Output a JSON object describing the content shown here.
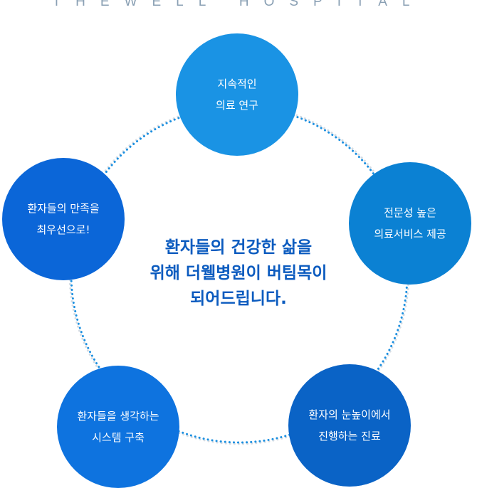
{
  "brand": "THEWELL HOSPITAL",
  "center_message": {
    "line1": "환자들의 건강한 삶을",
    "line2": "위해 더웰병원이 버팀목이",
    "line3": "되어드립니다."
  },
  "nodes": [
    {
      "line1": "지속적인",
      "line2": "의료 연구"
    },
    {
      "line1": "전문성 높은",
      "line2": "의료서비스 제공"
    },
    {
      "line1": "환자의 눈높이에서",
      "line2": "진행하는 진료"
    },
    {
      "line1": "환자들을 생각하는",
      "line2": "시스템 구축"
    },
    {
      "line1": "환자들의 만족을",
      "line2": "최우선으로!"
    }
  ],
  "colors": {
    "brand_text": "#8aa0b4",
    "center_text": "#0b5bbf",
    "dots_blue": "#1b8fe0",
    "dots_gray": "#d5dce3"
  }
}
